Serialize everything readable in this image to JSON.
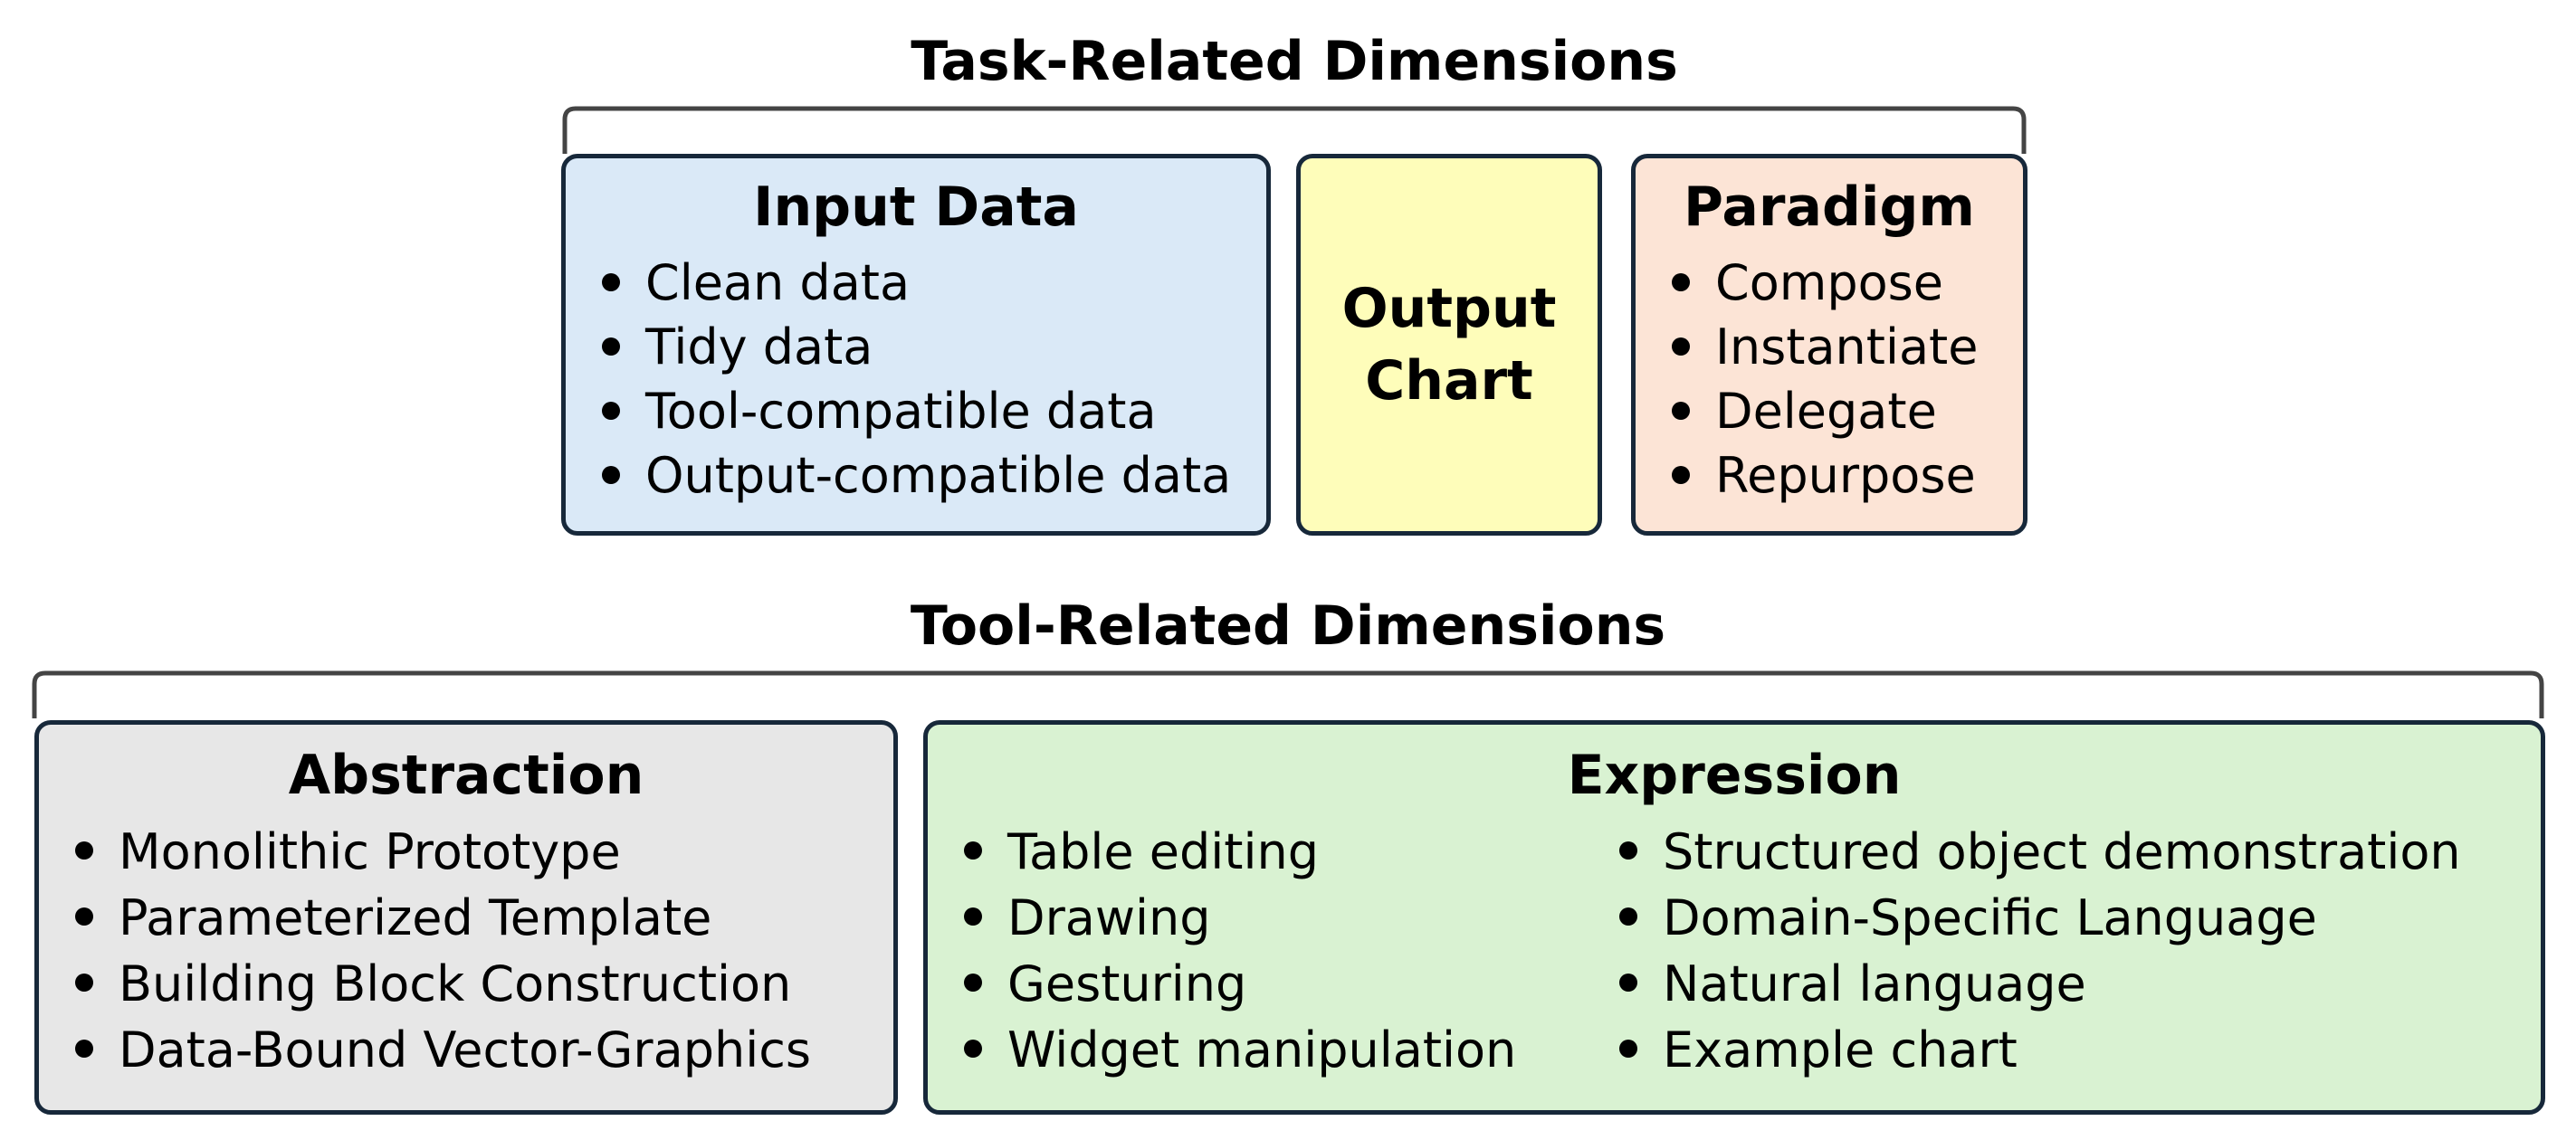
{
  "task_section": {
    "title": "Task-Related Dimensions",
    "boxes": {
      "input_data": {
        "title": "Input Data",
        "color": "#dae9f7",
        "items": [
          "Clean data",
          "Tidy data",
          "Tool-compatible data",
          "Output-compatible data"
        ]
      },
      "output_chart": {
        "title": "Output Chart",
        "color": "#fefdba"
      },
      "paradigm": {
        "title": "Paradigm",
        "color": "#fce4d6",
        "items": [
          "Compose",
          "Instantiate",
          "Delegate",
          "Repurpose"
        ]
      }
    }
  },
  "tool_section": {
    "title": "Tool-Related Dimensions",
    "boxes": {
      "abstraction": {
        "title": "Abstraction",
        "color": "#e7e7e7",
        "items": [
          "Monolithic Prototype",
          "Parameterized Template",
          "Building Block Construction",
          "Data-Bound Vector-Graphics"
        ]
      },
      "expression": {
        "title": "Expression",
        "color": "#d9f2d2",
        "items_left": [
          "Table editing",
          "Drawing",
          "Gesturing",
          "Widget manipulation"
        ],
        "items_right": [
          "Structured object demonstration",
          "Domain-Specific Language",
          "Natural language",
          "Example chart"
        ]
      }
    }
  },
  "border_color": "#17283a",
  "bracket_color": "#444444"
}
